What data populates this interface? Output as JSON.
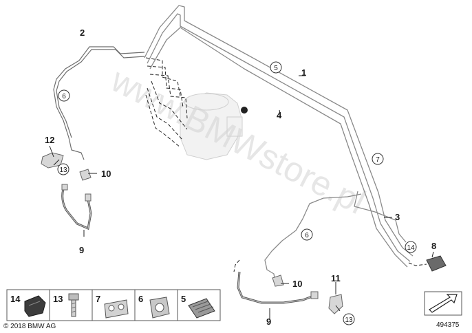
{
  "watermark": "www.BMWstore.pl",
  "copyright": "© 2018 BMW AG",
  "diagram_number": "494375",
  "callouts": {
    "c1": "1",
    "c2": "2",
    "c3": "3",
    "c4": "4",
    "c5": "5",
    "c6a": "6",
    "c6b": "6",
    "c7": "7",
    "c8": "8",
    "c9a": "9",
    "c9b": "9",
    "c10a": "10",
    "c10b": "10",
    "c11": "11",
    "c12": "12",
    "c13a": "13",
    "c13b": "13",
    "c14": "14"
  },
  "legend": [
    {
      "number": "14",
      "icon": "holder-clip-icon"
    },
    {
      "number": "13",
      "icon": "bolt-icon"
    },
    {
      "number": "7",
      "icon": "double-pipe-clip-icon"
    },
    {
      "number": "6",
      "icon": "pipe-clip-icon"
    },
    {
      "number": "5",
      "icon": "multi-pipe-clip-icon"
    }
  ]
}
